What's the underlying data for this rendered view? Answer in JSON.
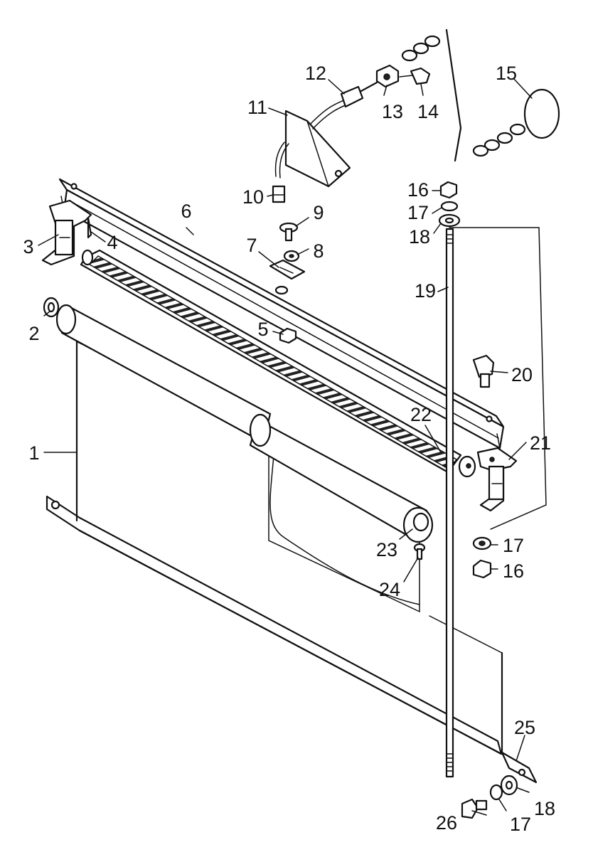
{
  "callouts": [
    {
      "id": "c1",
      "label": "1"
    },
    {
      "id": "c2",
      "label": "2"
    },
    {
      "id": "c3",
      "label": "3"
    },
    {
      "id": "c4",
      "label": "4"
    },
    {
      "id": "c5",
      "label": "5"
    },
    {
      "id": "c6",
      "label": "6"
    },
    {
      "id": "c7",
      "label": "7"
    },
    {
      "id": "c8",
      "label": "8"
    },
    {
      "id": "c9",
      "label": "9"
    },
    {
      "id": "c10",
      "label": "10"
    },
    {
      "id": "c11",
      "label": "11"
    },
    {
      "id": "c12",
      "label": "12"
    },
    {
      "id": "c13",
      "label": "13"
    },
    {
      "id": "c14",
      "label": "14"
    },
    {
      "id": "c15",
      "label": "15"
    },
    {
      "id": "c16a",
      "label": "16"
    },
    {
      "id": "c17a",
      "label": "17"
    },
    {
      "id": "c18a",
      "label": "18"
    },
    {
      "id": "c19",
      "label": "19"
    },
    {
      "id": "c20",
      "label": "20"
    },
    {
      "id": "c21",
      "label": "21"
    },
    {
      "id": "c22",
      "label": "22"
    },
    {
      "id": "c23",
      "label": "23"
    },
    {
      "id": "c24",
      "label": "24"
    },
    {
      "id": "c17b",
      "label": "17"
    },
    {
      "id": "c16b",
      "label": "16"
    },
    {
      "id": "c25",
      "label": "25"
    },
    {
      "id": "c18b",
      "label": "18"
    },
    {
      "id": "c17c",
      "label": "17"
    },
    {
      "id": "c26",
      "label": "26"
    }
  ]
}
